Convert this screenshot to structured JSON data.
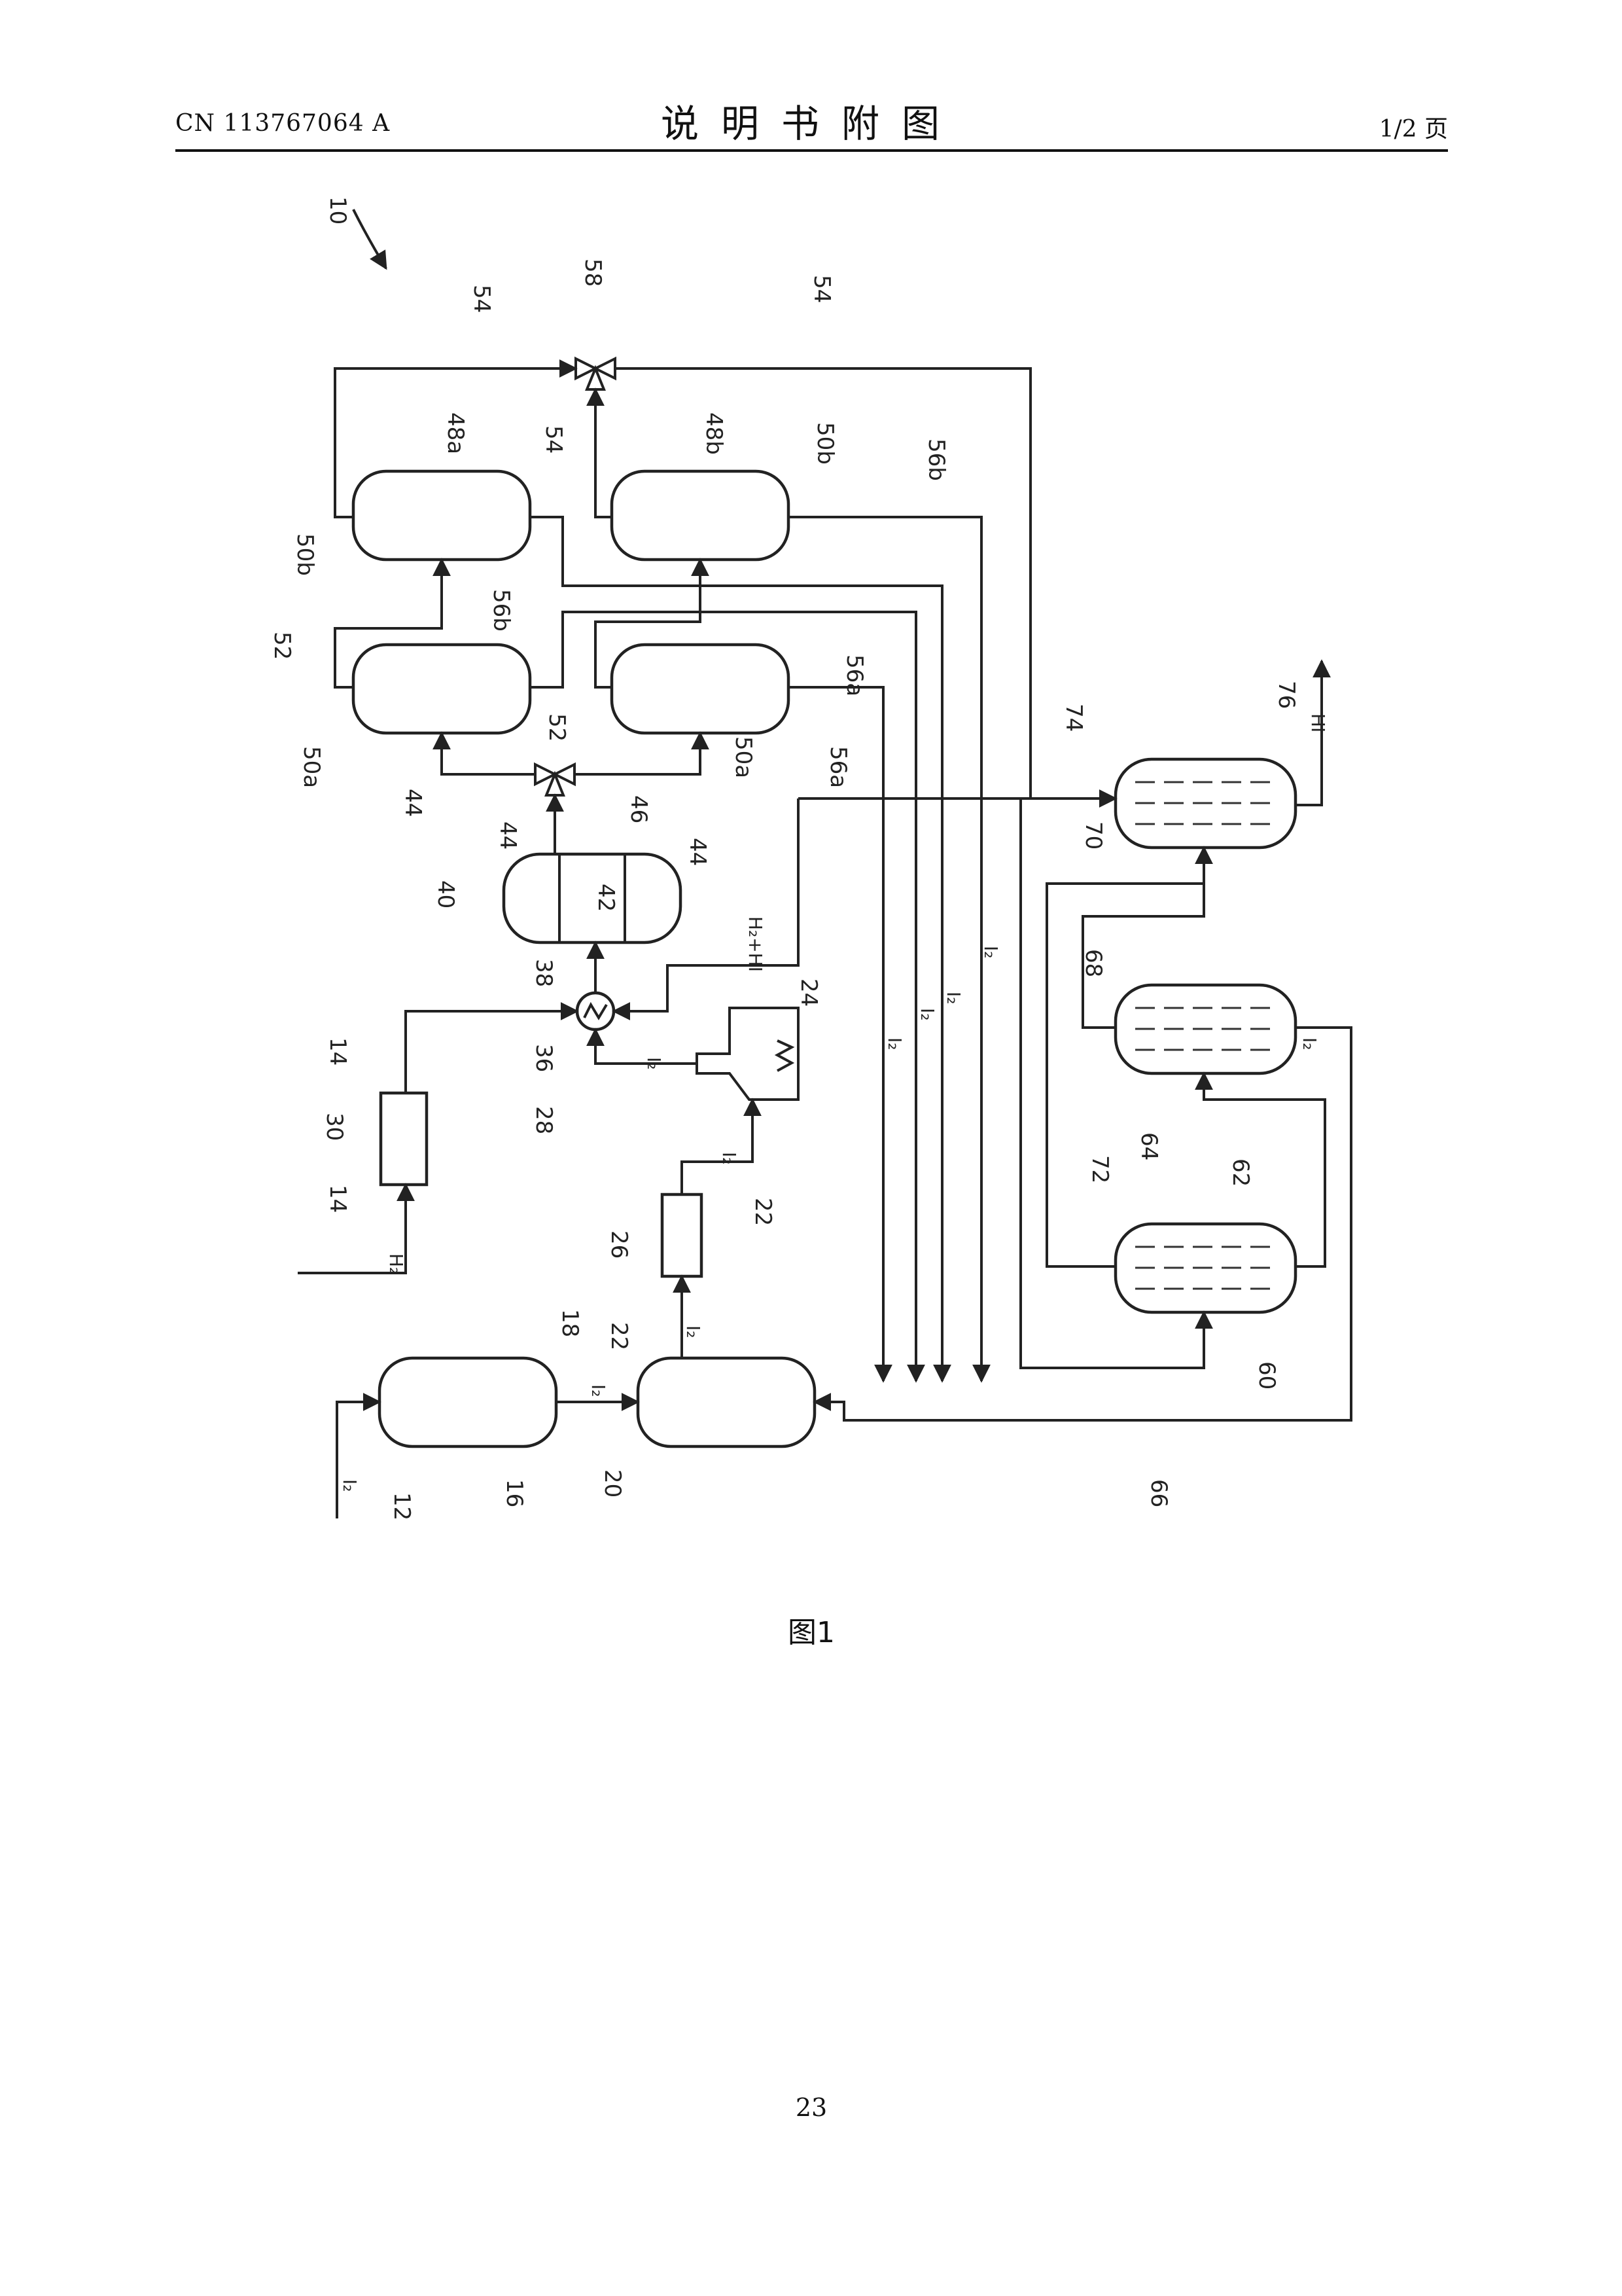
{
  "header": {
    "patent_number": "CN 113767064 A",
    "section_title": "说明书附图",
    "page_fraction": "1/2 页"
  },
  "figure": {
    "caption": "图1",
    "labels": {
      "n10": "10",
      "n12": "12",
      "n14a": "14",
      "n14b": "14",
      "n16": "16",
      "n18": "18",
      "n20": "20",
      "n22a": "22",
      "n22b": "22",
      "n24": "24",
      "n26": "26",
      "n28": "28",
      "n30": "30",
      "n36": "36",
      "n38": "38",
      "n40": "40",
      "n42": "42",
      "n44a": "44",
      "n44b": "44",
      "n44c": "44",
      "n46": "46",
      "n48a": "48a",
      "n48b": "48b",
      "n50a_top": "50a",
      "n50a_bot": "50a",
      "n50b_top": "50b",
      "n50b_bot": "50b",
      "n52a": "52",
      "n52b": "52",
      "n54a": "54",
      "n54b": "54",
      "n54c": "54",
      "n56a_a": "56a",
      "n56a_b": "56a",
      "n56b_a": "56b",
      "n56b_b": "56b",
      "n58": "58",
      "n60": "60",
      "n62": "62",
      "n64": "64",
      "n66": "66",
      "n68": "68",
      "n70": "70",
      "n72": "72",
      "n74": "74",
      "n76": "76"
    },
    "streams": {
      "i2_feed": "I₂",
      "h2_feed": "H₂",
      "i2_a": "I₂",
      "i2_b": "I₂",
      "i2_c": "I₂",
      "i2_d": "I₂",
      "i2_e": "I₂",
      "i2_f": "I₂",
      "i2_g": "I₂",
      "i2_h": "I₂",
      "i2_i": "I₂",
      "h2_hi": "H₂+HI",
      "hi_out": "HI"
    }
  },
  "page_number": "23"
}
